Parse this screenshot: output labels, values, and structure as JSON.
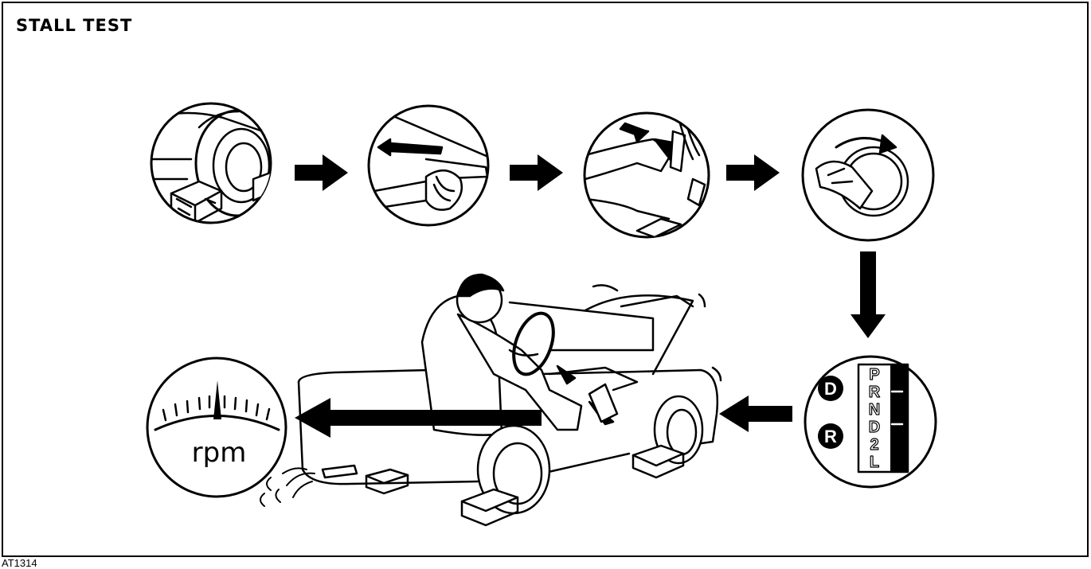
{
  "title": "STALL TEST",
  "figure_id": "AT1314",
  "steps": [
    {
      "id": "chock-wheels",
      "label": ""
    },
    {
      "id": "parking-brake",
      "label": ""
    },
    {
      "id": "brake-pedal",
      "label": ""
    },
    {
      "id": "start-engine",
      "label": ""
    },
    {
      "id": "select-range",
      "label": ""
    },
    {
      "id": "full-throttle",
      "label": ""
    },
    {
      "id": "read-tachometer",
      "label": ""
    }
  ],
  "shift_indicator": {
    "positions": [
      "P",
      "R",
      "N",
      "D",
      "2",
      "L"
    ],
    "test_ranges": [
      "D",
      "R"
    ]
  },
  "tachometer": {
    "unit": "rpm"
  },
  "colors": {
    "ink": "#000000",
    "paper": "#ffffff"
  }
}
